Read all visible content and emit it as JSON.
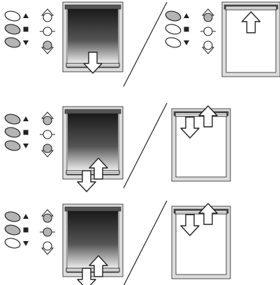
{
  "colors": {
    "stroke": "#222222",
    "button_active": "#b4b4b4",
    "button_idle": "#ffffff",
    "frame": "#dcdcdc",
    "shade_dark": "#1a1a1a",
    "shade_light": "#ffffff",
    "window_glass": "#ffffff"
  },
  "icons": {
    "up": "up-triangle-icon",
    "stop": "stop-square-icon",
    "down": "down-triangle-icon",
    "arrow_up": "arrow-up-icon",
    "arrow_down": "arrow-down-icon"
  },
  "rows": [
    {
      "id": "row-1",
      "before": {
        "buttons": {
          "up": false,
          "stop": true,
          "down": true
        },
        "leds": {
          "up": false,
          "stop": false,
          "down": true
        },
        "shade_level": 1.0,
        "arrows": [
          "down"
        ]
      },
      "after": {
        "buttons": {
          "up": true,
          "stop": false,
          "down": false
        },
        "leds": {
          "up": true,
          "stop": false,
          "down": false
        },
        "shade_level": 0.0,
        "arrows": [
          "up"
        ]
      }
    },
    {
      "id": "row-2",
      "before": {
        "buttons": {
          "up": true,
          "stop": true,
          "down": true
        },
        "leds": {
          "up": true,
          "stop": false,
          "down": true
        },
        "shade_level": 1.0,
        "arrows": [
          "down",
          "up"
        ]
      },
      "after": {
        "shade_level": 0.0,
        "arrows": [
          "down",
          "up"
        ]
      }
    },
    {
      "id": "row-3",
      "before": {
        "buttons": {
          "up": true,
          "stop": true,
          "down": false
        },
        "leds": {
          "up": true,
          "stop": true,
          "down": false
        },
        "shade_level": 1.0,
        "arrows": [
          "down",
          "up"
        ]
      },
      "after": {
        "shade_level": 0.0,
        "arrows": [
          "down",
          "up"
        ]
      }
    }
  ]
}
